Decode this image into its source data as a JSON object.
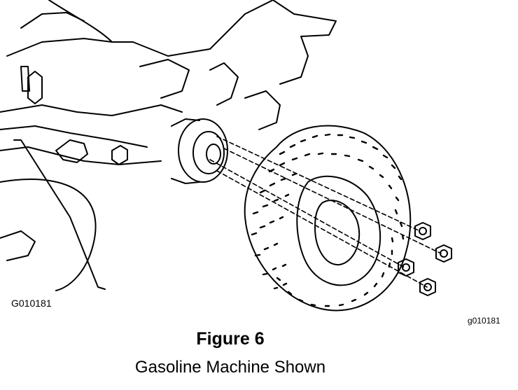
{
  "figure": {
    "ref_left": "G010181",
    "ref_right": "g010181",
    "title": "Figure 6",
    "caption": "Gasoline Machine Shown"
  }
}
